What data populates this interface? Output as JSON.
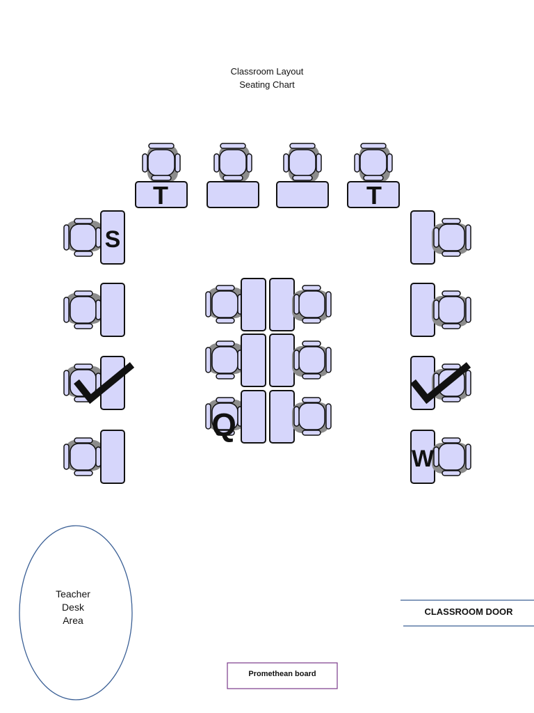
{
  "header": {
    "title_line1": "Classroom Layout",
    "title_line2": "Seating Chart"
  },
  "teacher_area": {
    "line1": "Teacher",
    "line2": "Desk",
    "line3": "Area"
  },
  "door": {
    "label": "CLASSROOM DOOR"
  },
  "board": {
    "label": "Promethean board"
  },
  "desk_labels": {
    "top_left": "T",
    "top_right": "T",
    "left_first": "S",
    "center_bottom_left": "Q",
    "right_last": "W"
  },
  "colors": {
    "desk_fill": "#d6d6fb",
    "outline": "#111111",
    "shadow": "#8c8c8c",
    "ellipse_stroke": "#3a5f95",
    "board_border": "#7a3a8a",
    "door_lines": "#3a5f95",
    "checkmark": "#111111"
  }
}
